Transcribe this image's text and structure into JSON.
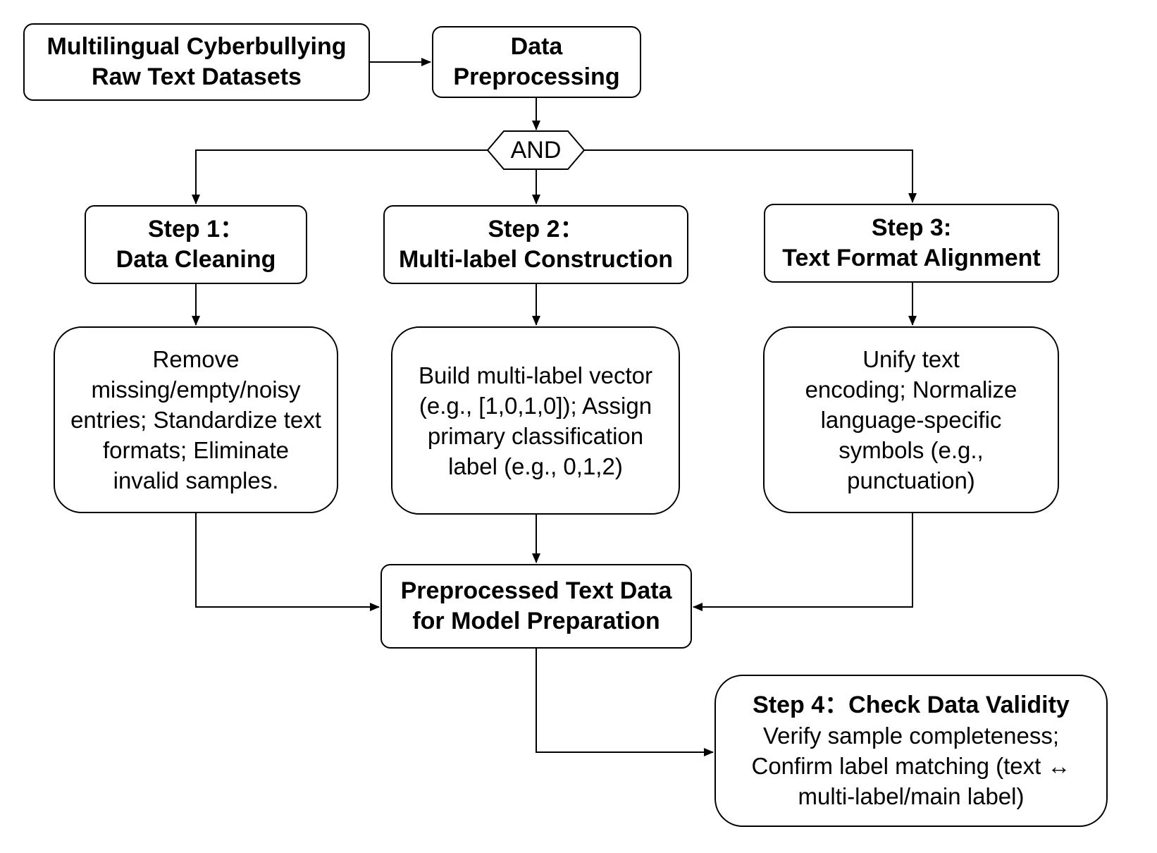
{
  "nodes": {
    "raw": {
      "lines": [
        "Multilingual Cyberbullying",
        "Raw Text Datasets"
      ]
    },
    "preprocessing": {
      "lines": [
        "Data",
        "Preprocessing"
      ]
    },
    "gate": {
      "label": "AND"
    },
    "step1": {
      "title": "Step 1：",
      "name": "Data Cleaning",
      "details": [
        "Remove",
        "missing/empty/noisy",
        "entries; Standardize text",
        "formats; Eliminate",
        "invalid samples."
      ]
    },
    "step2": {
      "title": "Step 2：",
      "name": "Multi-label Construction",
      "details": [
        "Build multi-label vector",
        "(e.g., [1,0,1,0]); Assign",
        "primary classification",
        "label (e.g., 0,1,2)"
      ]
    },
    "step3": {
      "title": "Step 3:",
      "name": "Text Format Alignment",
      "details": [
        "Unify text",
        "encoding; Normalize",
        "language-specific",
        "symbols (e.g.,",
        "punctuation)"
      ]
    },
    "output": {
      "lines": [
        "Preprocessed Text Data",
        "for Model Preparation"
      ]
    },
    "step4": {
      "title": "Step 4：Check Data Validity",
      "details": [
        "Verify sample completeness;",
        "Confirm label matching (text ↔",
        "multi-label/main label)"
      ]
    }
  },
  "style": {
    "stroke_color": "#000000",
    "background": "#ffffff"
  }
}
